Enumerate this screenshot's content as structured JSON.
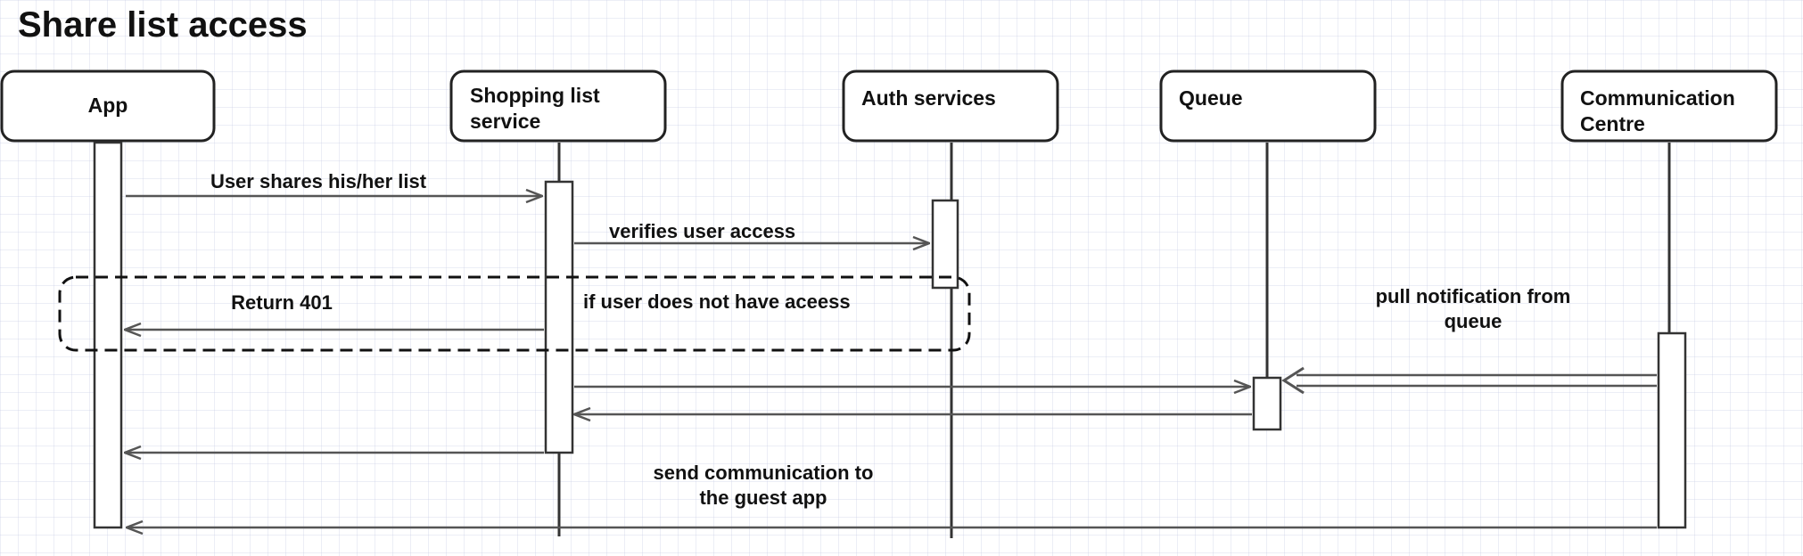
{
  "title": "Share list access",
  "actors": [
    {
      "id": "app",
      "label_lines": [
        "App"
      ]
    },
    {
      "id": "shopping",
      "label_lines": [
        "Shopping list",
        "service"
      ]
    },
    {
      "id": "auth",
      "label_lines": [
        "Auth services"
      ]
    },
    {
      "id": "queue",
      "label_lines": [
        "Queue"
      ]
    },
    {
      "id": "comm",
      "label_lines": [
        "Communication",
        "Centre"
      ]
    }
  ],
  "messages": [
    {
      "id": "user-shares",
      "from": "app",
      "to": "shopping",
      "label_lines": [
        "User shares his/her list"
      ]
    },
    {
      "id": "verifies-access",
      "from": "shopping",
      "to": "auth",
      "label_lines": [
        "verifies user access"
      ]
    },
    {
      "id": "return-401",
      "from": "shopping",
      "to": "app",
      "label_lines": [
        "Return 401"
      ]
    },
    {
      "id": "shopping-to-queue",
      "from": "shopping",
      "to": "queue",
      "label_lines": []
    },
    {
      "id": "queue-to-shopping",
      "from": "queue",
      "to": "shopping",
      "label_lines": []
    },
    {
      "id": "shopping-to-app",
      "from": "shopping",
      "to": "app",
      "label_lines": []
    },
    {
      "id": "pull-notification",
      "from": "comm",
      "to": "queue",
      "label_lines": [
        "pull notification from",
        "queue"
      ]
    },
    {
      "id": "send-communication",
      "from": "comm",
      "to": "app",
      "label_lines": [
        "send communication to",
        "the guest app"
      ]
    }
  ],
  "frames": [
    {
      "id": "alt-no-access",
      "label": "if user does not have aceess"
    }
  ]
}
